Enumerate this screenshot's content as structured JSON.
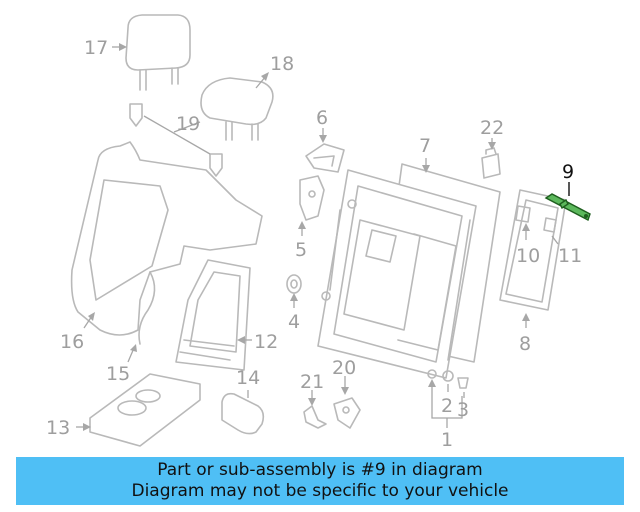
{
  "diagram": {
    "callouts": [
      {
        "id": "17",
        "label": "17"
      },
      {
        "id": "18",
        "label": "18"
      },
      {
        "id": "19",
        "label": "19"
      },
      {
        "id": "6",
        "label": "6"
      },
      {
        "id": "7",
        "label": "7"
      },
      {
        "id": "22",
        "label": "22"
      },
      {
        "id": "9",
        "label": "9",
        "highlighted": true
      },
      {
        "id": "5",
        "label": "5"
      },
      {
        "id": "10",
        "label": "10"
      },
      {
        "id": "11",
        "label": "11"
      },
      {
        "id": "16",
        "label": "16"
      },
      {
        "id": "4",
        "label": "4"
      },
      {
        "id": "12",
        "label": "12"
      },
      {
        "id": "8",
        "label": "8"
      },
      {
        "id": "15",
        "label": "15"
      },
      {
        "id": "20",
        "label": "20"
      },
      {
        "id": "14",
        "label": "14"
      },
      {
        "id": "21",
        "label": "21"
      },
      {
        "id": "2",
        "label": "2"
      },
      {
        "id": "3",
        "label": "3"
      },
      {
        "id": "13",
        "label": "13"
      },
      {
        "id": "1",
        "label": "1"
      }
    ],
    "highlight_color": "#5cb85c"
  },
  "banner": {
    "line1": "Part or sub-assembly is #9 in diagram",
    "line2": "Diagram may not be specific to your vehicle",
    "background": "#4fbff5"
  }
}
